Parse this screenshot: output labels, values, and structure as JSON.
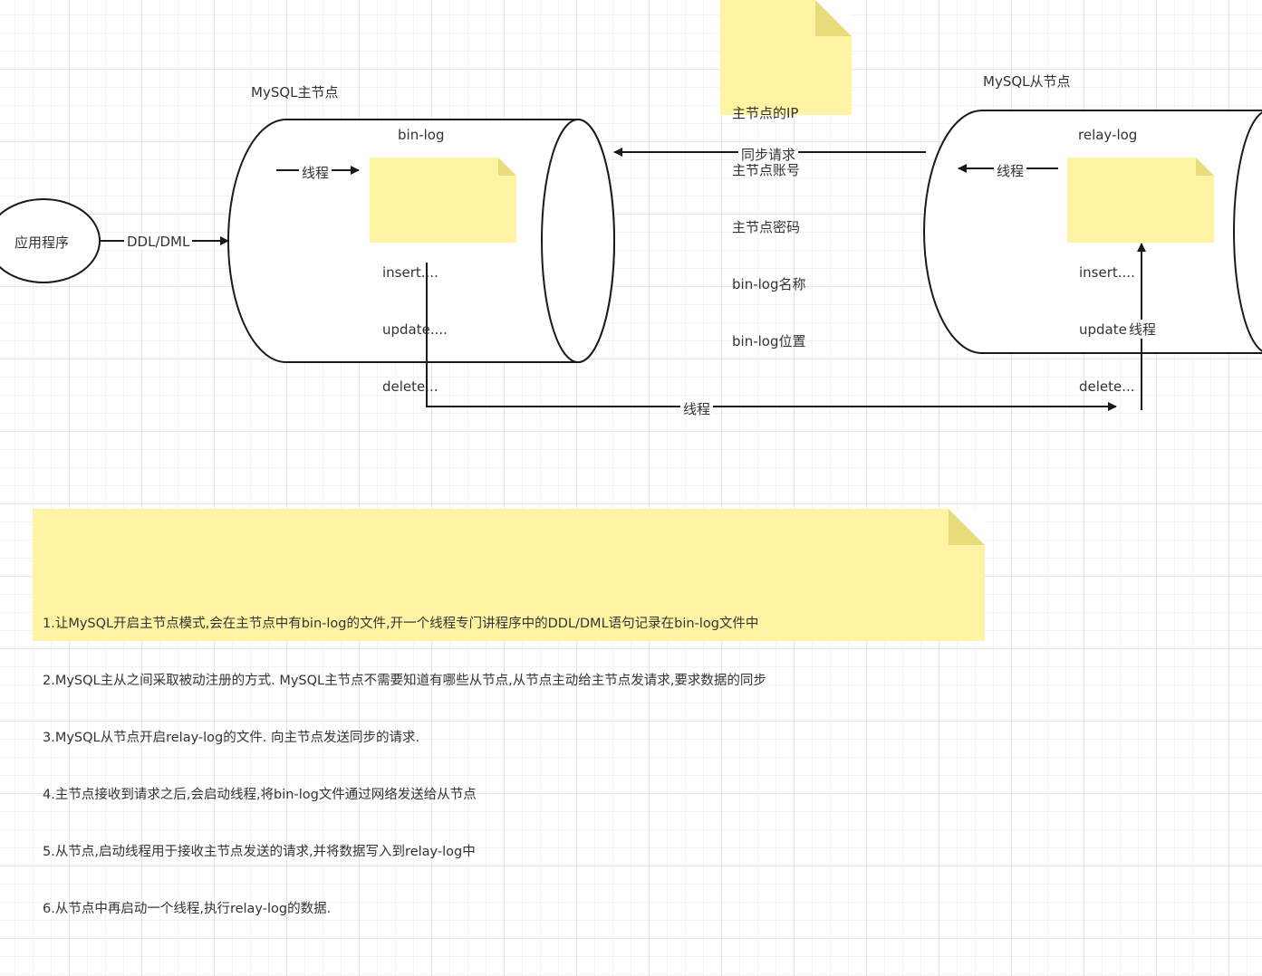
{
  "master": {
    "title": "MySQL主节点",
    "log_label": "bin-log",
    "thread_label": "线程",
    "log_lines": [
      "insert....",
      "update....",
      "delete..."
    ]
  },
  "slave": {
    "title": "MySQL从节点",
    "log_label": "relay-log",
    "thread_label": "线程",
    "log_lines": [
      "insert....",
      "update....",
      "delete..."
    ]
  },
  "app": {
    "label": "应用程序",
    "edge_label": "DDL/DML"
  },
  "sync_request": {
    "edge_label": "同步请求",
    "note_lines": [
      "主节点的IP",
      "主节点账号",
      "主节点密码",
      "bin-log名称",
      "bin-log位置"
    ]
  },
  "transfer_edge_label": "线程",
  "slave_write_edge_label": "线程",
  "explanation": {
    "lines": [
      "1.让MySQL开启主节点模式,会在主节点中有bin-log的文件,开一个线程专门讲程序中的DDL/DML语句记录在bin-log文件中",
      "2.MySQL主从之间采取被动注册的方式. MySQL主节点不需要知道有哪些从节点,从节点主动给主节点发请求,要求数据的同步",
      "3.MySQL从节点开启relay-log的文件. 向主节点发送同步的请求.",
      "4.主节点接收到请求之后,会启动线程,将bin-log文件通过网络发送给从节点",
      "5.从节点,启动线程用于接收主节点发送的请求,并将数据写入到relay-log中",
      "6.从节点中再启动一个线程,执行relay-log的数据."
    ]
  },
  "colors": {
    "note_bg": "#fff4a3",
    "stroke": "#1a1a1a",
    "grid": "#e4e4e4"
  }
}
